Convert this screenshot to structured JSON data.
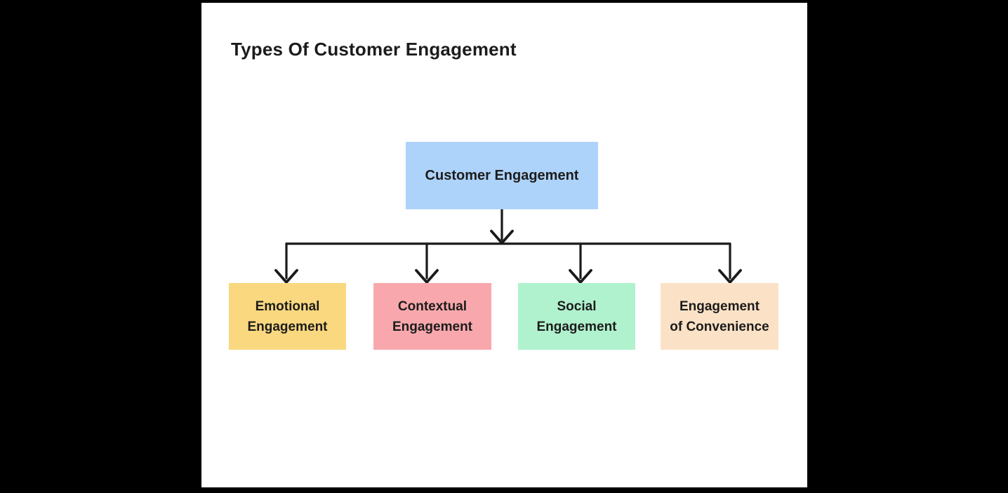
{
  "window": {
    "background": "#000000",
    "canvas_background": "#FFFFFF"
  },
  "diagram": {
    "title": "Types Of Customer Engagement",
    "text_color": "#1C1C1C",
    "connector_color": "#1A1A1A",
    "root": {
      "label": "Customer Engagement",
      "fill": "#AED3FA"
    },
    "children": [
      {
        "label": "Emotional\nEngagement",
        "fill": "#FAD87F"
      },
      {
        "label": "Contextual\nEngagement",
        "fill": "#F8A8AC"
      },
      {
        "label": "Social\nEngagement",
        "fill": "#B0F2CE"
      },
      {
        "label": "Engagement\nof Convenience",
        "fill": "#FBE2C6"
      }
    ]
  }
}
